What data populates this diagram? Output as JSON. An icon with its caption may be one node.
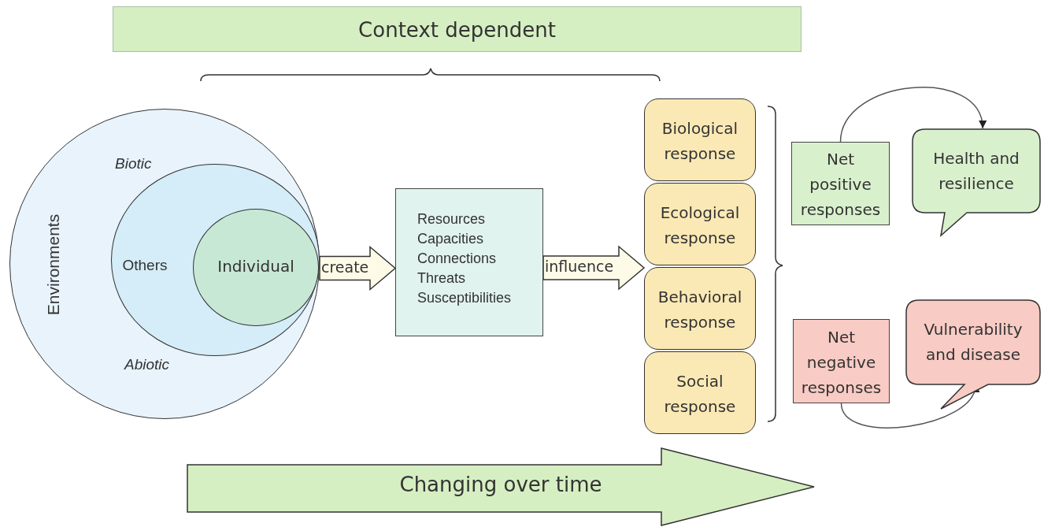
{
  "diagram": {
    "nodes": [
      {
        "text": [
          "Context dependent"
        ]
      },
      {
        "text": [
          "Environments",
          "Biotic",
          "Abiotic"
        ]
      },
      {
        "text": [
          "Others"
        ],
        "in": 1
      },
      {
        "text": [
          "Individual"
        ],
        "in": 2
      },
      {
        "text": [
          "Resources",
          "Capacities",
          "Connections",
          "Threats",
          "Susceptibilities"
        ]
      },
      {
        "text": [
          "Biological response"
        ]
      },
      {
        "text": [
          "Ecological response"
        ]
      },
      {
        "text": [
          "Behavioral response"
        ]
      },
      {
        "text": [
          "Social response"
        ]
      },
      {
        "text": [
          "Net positive responses"
        ]
      },
      {
        "text": [
          "Health and resilience"
        ]
      },
      {
        "text": [
          "Net negative responses"
        ]
      },
      {
        "text": [
          "Vulnerability and disease"
        ]
      },
      {
        "text": [
          "Changing over time"
        ]
      }
    ],
    "edges": [
      {
        "from": 3,
        "to": 4,
        "arrow": "to",
        "label": "create"
      },
      {
        "from": 4,
        "to": 6,
        "arrow": "to",
        "label": "influence"
      },
      {
        "from": 9,
        "to": 10,
        "arrow": "to"
      },
      {
        "from": 11,
        "to": 12,
        "arrow": "to"
      }
    ]
  }
}
